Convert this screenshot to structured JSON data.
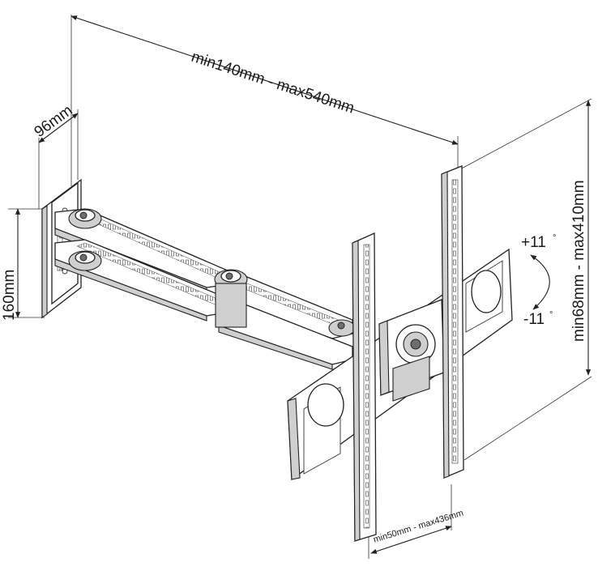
{
  "dimensions": {
    "arm_extension": "min140mm - max540mm",
    "depth": "96mm",
    "wall_plate_height": "160mm",
    "vertical_spacing": "min68mm - max410mm",
    "horizontal_spacing": "min50mm - max436mm"
  },
  "tilt": {
    "up": "+11",
    "down": "-11",
    "degree_symbol": "°"
  }
}
